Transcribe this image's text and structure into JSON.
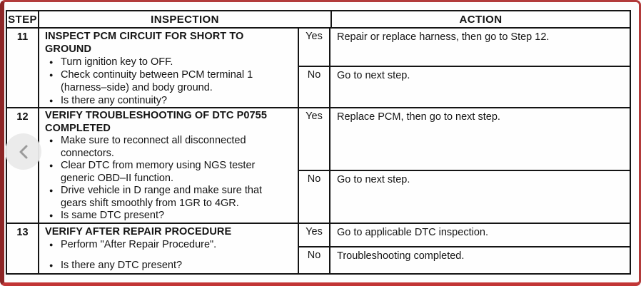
{
  "colors": {
    "frame_red": "#b23a3a",
    "frame_left_red": "#8d2626",
    "frame_bottom_red": "#c23535",
    "table_border": "#141414",
    "chevron_circle_bg": "#eaeaea",
    "chevron_glyph": "#9b9b9b"
  },
  "nav": {
    "previous_button": "previous"
  },
  "table": {
    "headers": [
      "STEP",
      "INSPECTION",
      "ACTION"
    ],
    "rows": [
      {
        "step": "11",
        "title": "INSPECT PCM CIRCUIT FOR SHORT TO GROUND",
        "bullets": [
          "Turn ignition key to OFF.",
          "Check continuity between PCM terminal 1 (harness–side) and body ground.",
          "Is there any continuity?"
        ],
        "outcomes": [
          {
            "label": "Yes",
            "action": "Repair or replace harness, then go to Step 12."
          },
          {
            "label": "No",
            "action": "Go to next step."
          }
        ]
      },
      {
        "step": "12",
        "title": "VERIFY TROUBLESHOOTING OF DTC P0755 COMPLETED",
        "bullets": [
          "Make sure to reconnect all disconnected connectors.",
          "Clear DTC from memory using NGS tester generic OBD–II function.",
          "Drive vehicle in D range and make sure that gears shift smoothly from 1GR to 4GR.",
          "Is same DTC present?"
        ],
        "outcomes": [
          {
            "label": "Yes",
            "action": "Replace PCM, then go to next step."
          },
          {
            "label": "No",
            "action": "Go to next step."
          }
        ]
      },
      {
        "step": "13",
        "title": "VERIFY AFTER REPAIR PROCEDURE",
        "bullets": [
          "Perform \"After Repair Procedure\".",
          "Is there any DTC present?"
        ],
        "outcomes": [
          {
            "label": "Yes",
            "action": "Go to applicable DTC inspection."
          },
          {
            "label": "No",
            "action": "Troubleshooting completed."
          }
        ]
      }
    ]
  }
}
